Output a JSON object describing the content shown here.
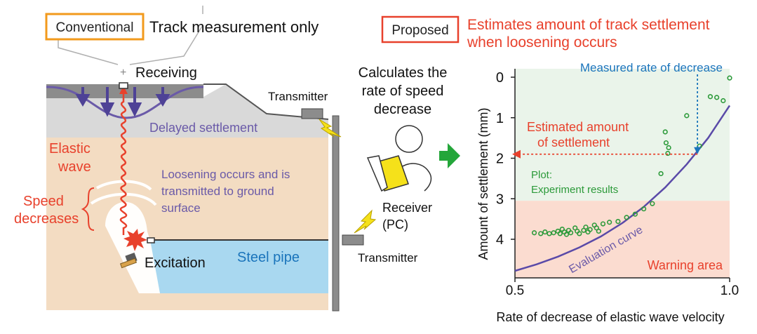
{
  "colors": {
    "red": "#e8412c",
    "purple": "#6a5aa8",
    "blue": "#1a74bb",
    "green": "#2c9a3a",
    "orange": "#f29a1c",
    "soil": "#f3dcc2",
    "ballast": "#c8c8c8",
    "rail": "#8c8c8c",
    "water": "#a9d8f0",
    "chart_safe_bg": "#eaf4ea",
    "chart_warn_bg": "#fbdcd0",
    "bolt": "#f5e11a"
  },
  "header": {
    "conventional_label": "Conventional",
    "conventional_text": "Track measurement only",
    "proposed_label": "Proposed",
    "proposed_line1": "Estimates amount of track settlement",
    "proposed_line2": "when loosening occurs"
  },
  "diagram": {
    "receiving": "Receiving",
    "transmitter_top": "Transmitter",
    "delayed_settlement": "Delayed settlement",
    "elastic_wave_1": "Elastic",
    "elastic_wave_2": "wave",
    "loosening_1": "Loosening occurs and is",
    "loosening_2": "transmitted to ground",
    "loosening_3": "surface",
    "speed_1": "Speed",
    "speed_2": "decreases",
    "excitation": "Excitation",
    "steel_pipe": "Steel pipe",
    "transmitter_bottom": "Transmitter",
    "calc_1": "Calculates the",
    "calc_2": "rate of speed",
    "calc_3": "decrease",
    "receiver_1": "Receiver",
    "receiver_2": "(PC)",
    "arrow_icon": "green-right-arrow-icon",
    "bolt_icon": "lightning-bolt-icon",
    "hammer_icon": "hammer-icon",
    "person_icon": "person-with-pc-icon"
  },
  "chart_data": {
    "type": "scatter",
    "xlabel": "Rate of decrease of elastic wave velocity",
    "ylabel": "Amount of settlement (mm)",
    "xlim": [
      0.5,
      1.0
    ],
    "ylim": [
      0,
      5
    ],
    "y_inverted": true,
    "xticks": [
      "0.5",
      "1.0"
    ],
    "yticks": [
      "0",
      "1",
      "2",
      "3",
      "4"
    ],
    "warning_threshold": 3.05,
    "annotations": {
      "measured": "Measured rate of decrease",
      "estimated_1": "Estimated amount",
      "estimated_2": "of settlement",
      "plot_1": "Plot:",
      "plot_2": "Experiment results",
      "evaluation_curve": "Evaluation curve",
      "warning_area": "Warning area"
    },
    "measured_x": 0.925,
    "estimated_y": 1.9,
    "series": [
      {
        "name": "Plot: Experiment results",
        "points": [
          [
            0.545,
            3.84
          ],
          [
            0.56,
            3.86
          ],
          [
            0.57,
            3.82
          ],
          [
            0.58,
            3.86
          ],
          [
            0.59,
            3.84
          ],
          [
            0.6,
            3.8
          ],
          [
            0.605,
            3.86
          ],
          [
            0.61,
            3.75
          ],
          [
            0.615,
            3.82
          ],
          [
            0.62,
            3.88
          ],
          [
            0.625,
            3.78
          ],
          [
            0.63,
            3.84
          ],
          [
            0.64,
            3.72
          ],
          [
            0.645,
            3.8
          ],
          [
            0.65,
            3.86
          ],
          [
            0.66,
            3.78
          ],
          [
            0.665,
            3.7
          ],
          [
            0.67,
            3.82
          ],
          [
            0.675,
            3.76
          ],
          [
            0.685,
            3.65
          ],
          [
            0.69,
            3.72
          ],
          [
            0.695,
            3.8
          ],
          [
            0.705,
            3.62
          ],
          [
            0.72,
            3.58
          ],
          [
            0.74,
            3.56
          ],
          [
            0.76,
            3.46
          ],
          [
            0.78,
            3.38
          ],
          [
            0.8,
            3.25
          ],
          [
            0.82,
            3.12
          ],
          [
            0.84,
            2.38
          ],
          [
            0.85,
            1.35
          ],
          [
            0.852,
            1.62
          ],
          [
            0.856,
            1.88
          ],
          [
            0.858,
            1.74
          ],
          [
            0.9,
            0.95
          ],
          [
            0.93,
            1.7
          ],
          [
            0.955,
            0.48
          ],
          [
            0.97,
            0.5
          ],
          [
            0.985,
            0.58
          ],
          [
            1.0,
            0.02
          ]
        ]
      },
      {
        "name": "Evaluation curve",
        "points": [
          [
            0.5,
            4.78
          ],
          [
            0.55,
            4.62
          ],
          [
            0.6,
            4.43
          ],
          [
            0.65,
            4.2
          ],
          [
            0.7,
            3.93
          ],
          [
            0.75,
            3.6
          ],
          [
            0.8,
            3.2
          ],
          [
            0.85,
            2.72
          ],
          [
            0.9,
            2.15
          ],
          [
            0.95,
            1.5
          ],
          [
            1.0,
            0.7
          ]
        ]
      }
    ]
  }
}
